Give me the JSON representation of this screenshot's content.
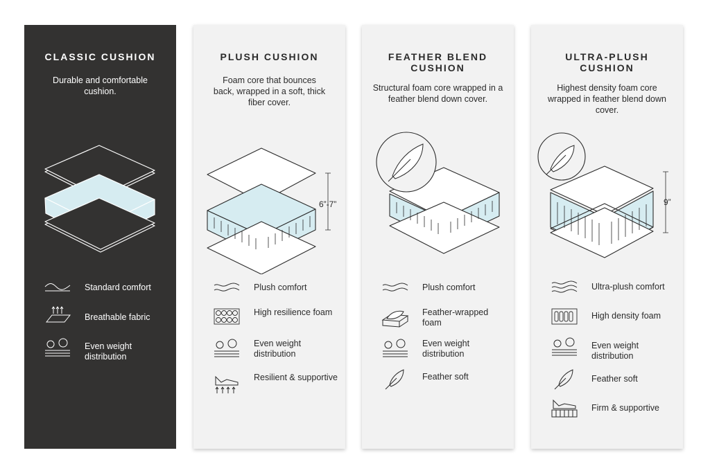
{
  "colors": {
    "dark_card": "#333231",
    "light_card": "#f2f2f2",
    "foam_blue": "#d6ecf1",
    "line_dark": "#2b2b2b",
    "line_light": "#ffffff"
  },
  "cards": [
    {
      "title": "CLASSIC CUSHION",
      "description": "Durable and comfortable cushion.",
      "features": [
        {
          "label": "Standard comfort",
          "icon": "wave-icon"
        },
        {
          "label": "Breathable fabric",
          "icon": "breathable-fabric-icon"
        },
        {
          "label": "Even weight distribution",
          "icon": "weight-distribution-icon"
        }
      ]
    },
    {
      "title": "PLUSH CUSHION",
      "description": "Foam core that bounces back, wrapped in a soft, thick fiber cover.",
      "dimension": "6”-7”",
      "features": [
        {
          "label": "Plush comfort",
          "icon": "wave-icon"
        },
        {
          "label": "High resilience foam",
          "icon": "foam-cells-icon"
        },
        {
          "label": "Even weight distribution",
          "icon": "weight-distribution-icon"
        },
        {
          "label": "Resilient & supportive",
          "icon": "resilient-support-icon"
        }
      ]
    },
    {
      "title": "FEATHER BLEND CUSHION",
      "description": "Structural foam core wrapped in a feather blend down cover.",
      "features": [
        {
          "label": "Plush comfort",
          "icon": "wave-icon"
        },
        {
          "label": "Feather-wrapped foam",
          "icon": "feather-wrapped-foam-icon"
        },
        {
          "label": "Even weight distribution",
          "icon": "weight-distribution-icon"
        },
        {
          "label": "Feather soft",
          "icon": "feather-icon"
        }
      ]
    },
    {
      "title": "ULTRA-PLUSH CUSHION",
      "description": "Highest density foam core wrapped in feather blend down cover.",
      "dimension": "9”",
      "features": [
        {
          "label": "Ultra-plush comfort",
          "icon": "wave-icon"
        },
        {
          "label": "High density foam",
          "icon": "dense-foam-icon"
        },
        {
          "label": "Even weight distribution",
          "icon": "weight-distribution-icon"
        },
        {
          "label": "Feather soft",
          "icon": "feather-icon"
        },
        {
          "label": "Firm & supportive",
          "icon": "firm-support-icon"
        }
      ]
    }
  ]
}
